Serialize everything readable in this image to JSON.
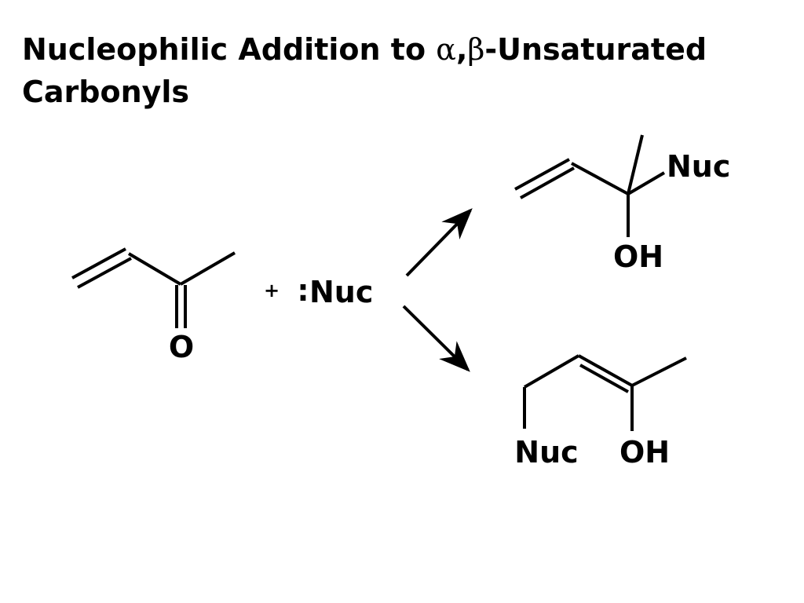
{
  "slide": {
    "title_part1": "Nucleophilic Addition to ",
    "title_greek_alpha": "α",
    "title_comma": ",",
    "title_greek_beta": "β",
    "title_part2": "-Unsaturated Carbonyls"
  },
  "reactant": {
    "oxygen_label": "O"
  },
  "reagent": {
    "plus_sign": "+",
    "lone_pair": ":",
    "nucleophile_label": "Nuc"
  },
  "product_12": {
    "nuc_label": "Nuc",
    "oh_label": "OH"
  },
  "product_14": {
    "nuc_label": "Nuc",
    "oh_label": "OH"
  }
}
